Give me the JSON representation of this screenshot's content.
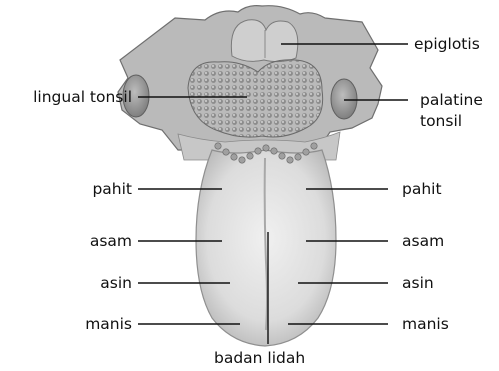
{
  "labels": {
    "epiglotis": "epiglotis",
    "lingual_tonsil": "lingual tonsil",
    "palatine_line1": "palatine",
    "palatine_line2": "tonsil",
    "pahit_left": "pahit",
    "pahit_right": "pahit",
    "asam_left": "asam",
    "asam_right": "asam",
    "asin_left": "asin",
    "asin_right": "asin",
    "manis_left": "manis",
    "manis_right": "manis",
    "badan_lidah": "badan lidah"
  },
  "colors": {
    "tongue_fill": "#e4e4e4",
    "tongue_shadow": "#bdbdbd",
    "throat_fill": "#b9b9b9",
    "tonsil_fill": "#9c9c9c",
    "line": "#111111"
  }
}
